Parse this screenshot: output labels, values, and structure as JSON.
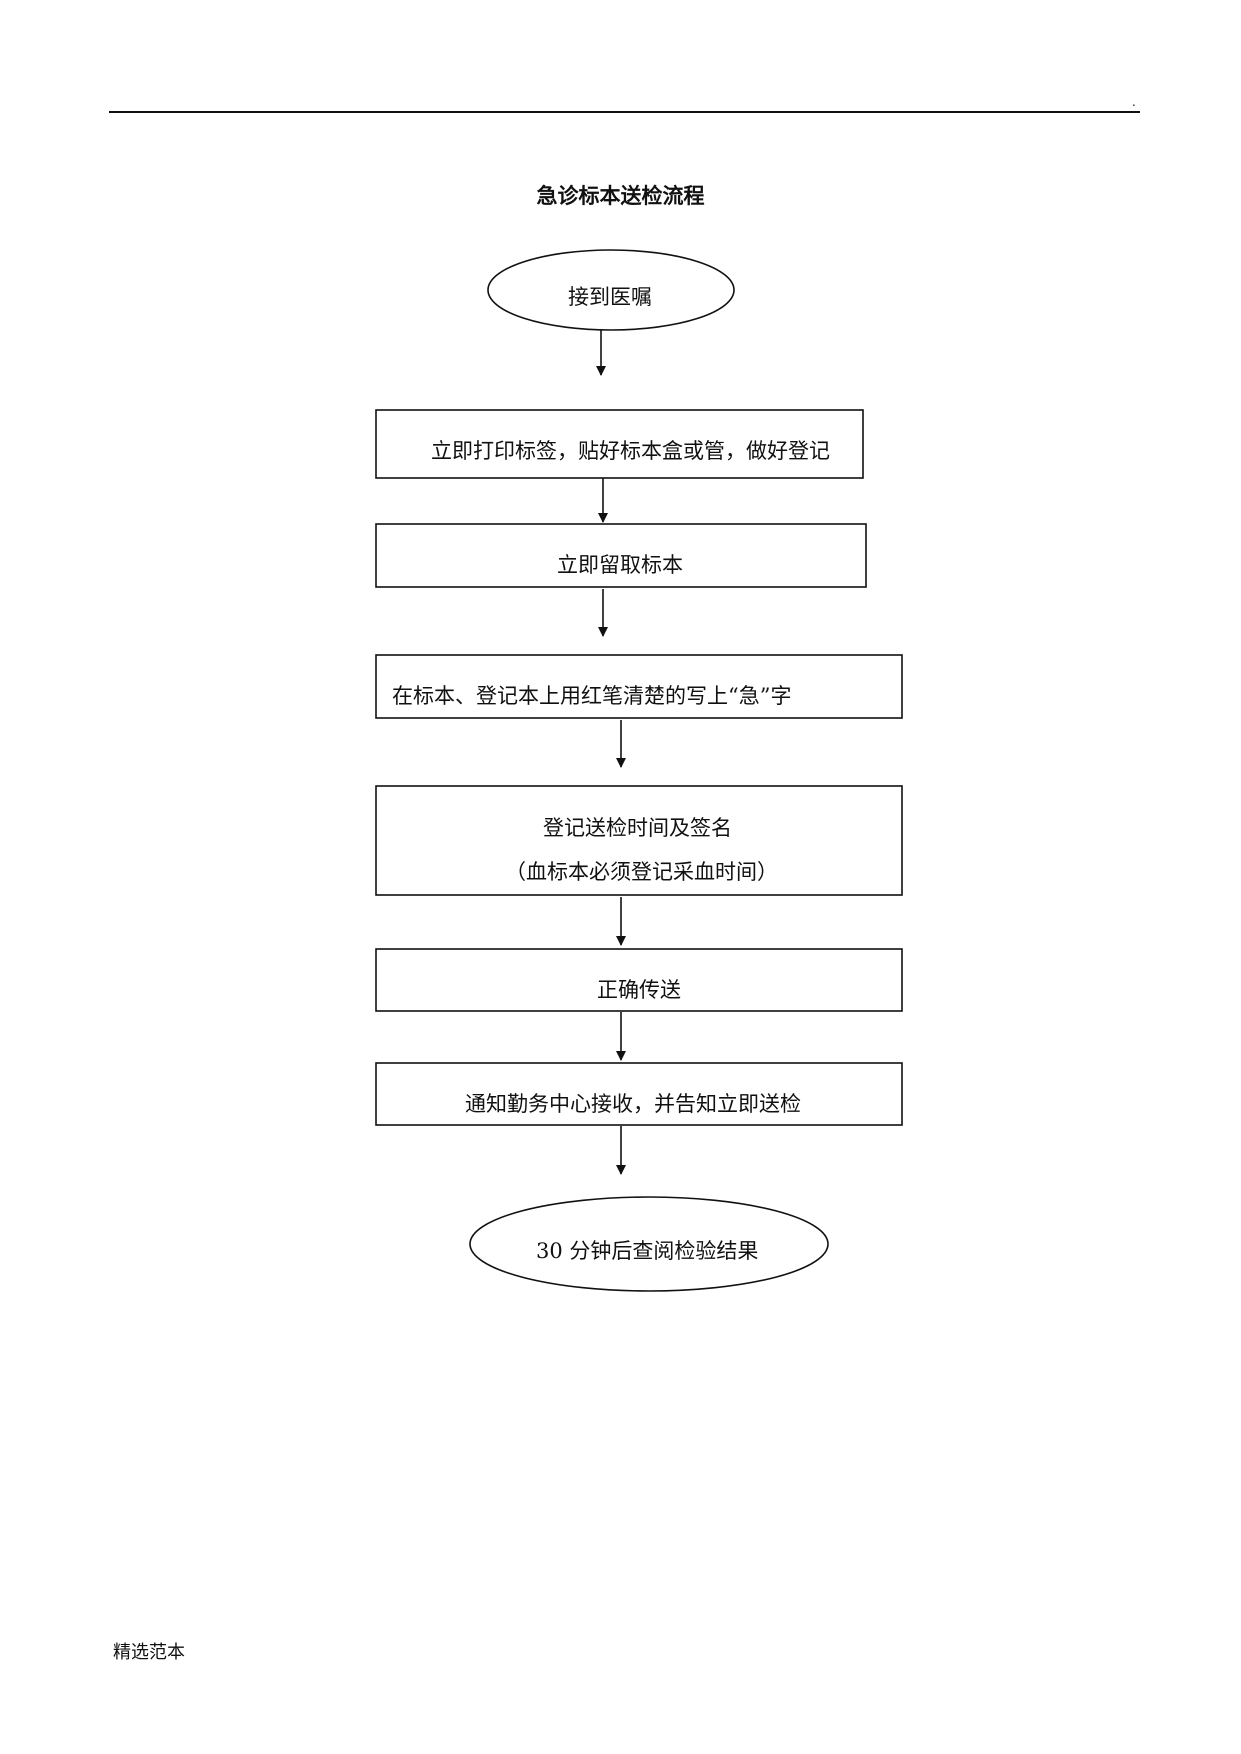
{
  "header": {
    "mark": "."
  },
  "title": "急诊标本送检流程",
  "flowchart": {
    "start": "接到医嘱",
    "steps": [
      "立即打印标签，贴好标本盒或管，做好登记",
      "立即留取标本",
      "在标本、登记本上用红笔清楚的写上“急”字",
      {
        "line1": "登记送检时间及签名",
        "line2": "（血标本必须登记采血时间）"
      },
      "正确传送",
      "通知勤务中心接收，并告知立即送检"
    ],
    "end": "30 分钟后查阅检验结果"
  },
  "footer": "精选范本"
}
